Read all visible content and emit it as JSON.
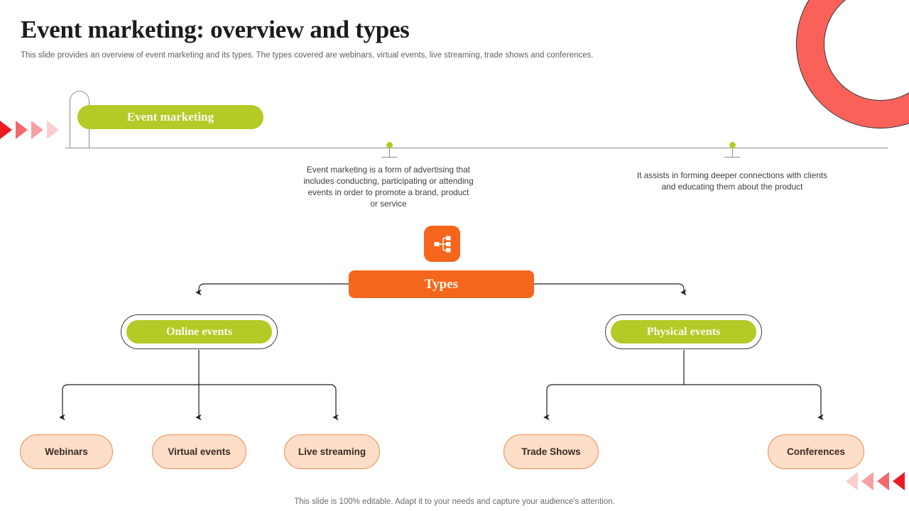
{
  "header": {
    "title": "Event marketing: overview and types",
    "subtitle": "This slide provides an overview of event marketing and its types. The types covered are webinars, virtual events, live streaming, trade shows and conferences."
  },
  "top": {
    "main_label": "Event marketing",
    "descriptions": [
      "Event marketing is a form of advertising that includes conducting, participating or attending events in order to promote a brand, product or service",
      "It assists in forming deeper connections with clients and educating them about the product"
    ]
  },
  "tree": {
    "icon_name": "hierarchy-icon",
    "root_label": "Types",
    "branches": [
      {
        "label": "Online events",
        "leaves": [
          "Webinars",
          "Virtual events",
          "Live streaming"
        ]
      },
      {
        "label": "Physical events",
        "leaves": [
          "Trade Shows",
          "Conferences"
        ]
      }
    ]
  },
  "footer": {
    "note": "This slide is 100% editable. Adapt it to your needs and capture your audience's attention."
  },
  "colors": {
    "green": "#b5c927",
    "orange": "#f4661b",
    "peach_fill": "#fbddc8",
    "peach_border": "#f08c4f",
    "red_accent": "#ed1c24",
    "ring_salmon": "#fa6158",
    "line": "#3d3d3d"
  }
}
